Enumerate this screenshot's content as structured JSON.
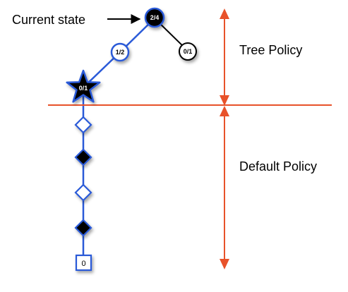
{
  "labels": {
    "current_state": "Current state",
    "tree_policy": "Tree Policy",
    "default_policy": "Default Policy"
  },
  "tree": {
    "root": "2/4",
    "left_child": "1/2",
    "right_child": "0/1",
    "new_node": "0/1"
  },
  "rollout": {
    "terminal_value": "0"
  },
  "colors": {
    "tree_blue": "#2a5ad8",
    "divider_red": "#e8522a",
    "dark_node": "#000000",
    "light_node": "#ffffff"
  }
}
